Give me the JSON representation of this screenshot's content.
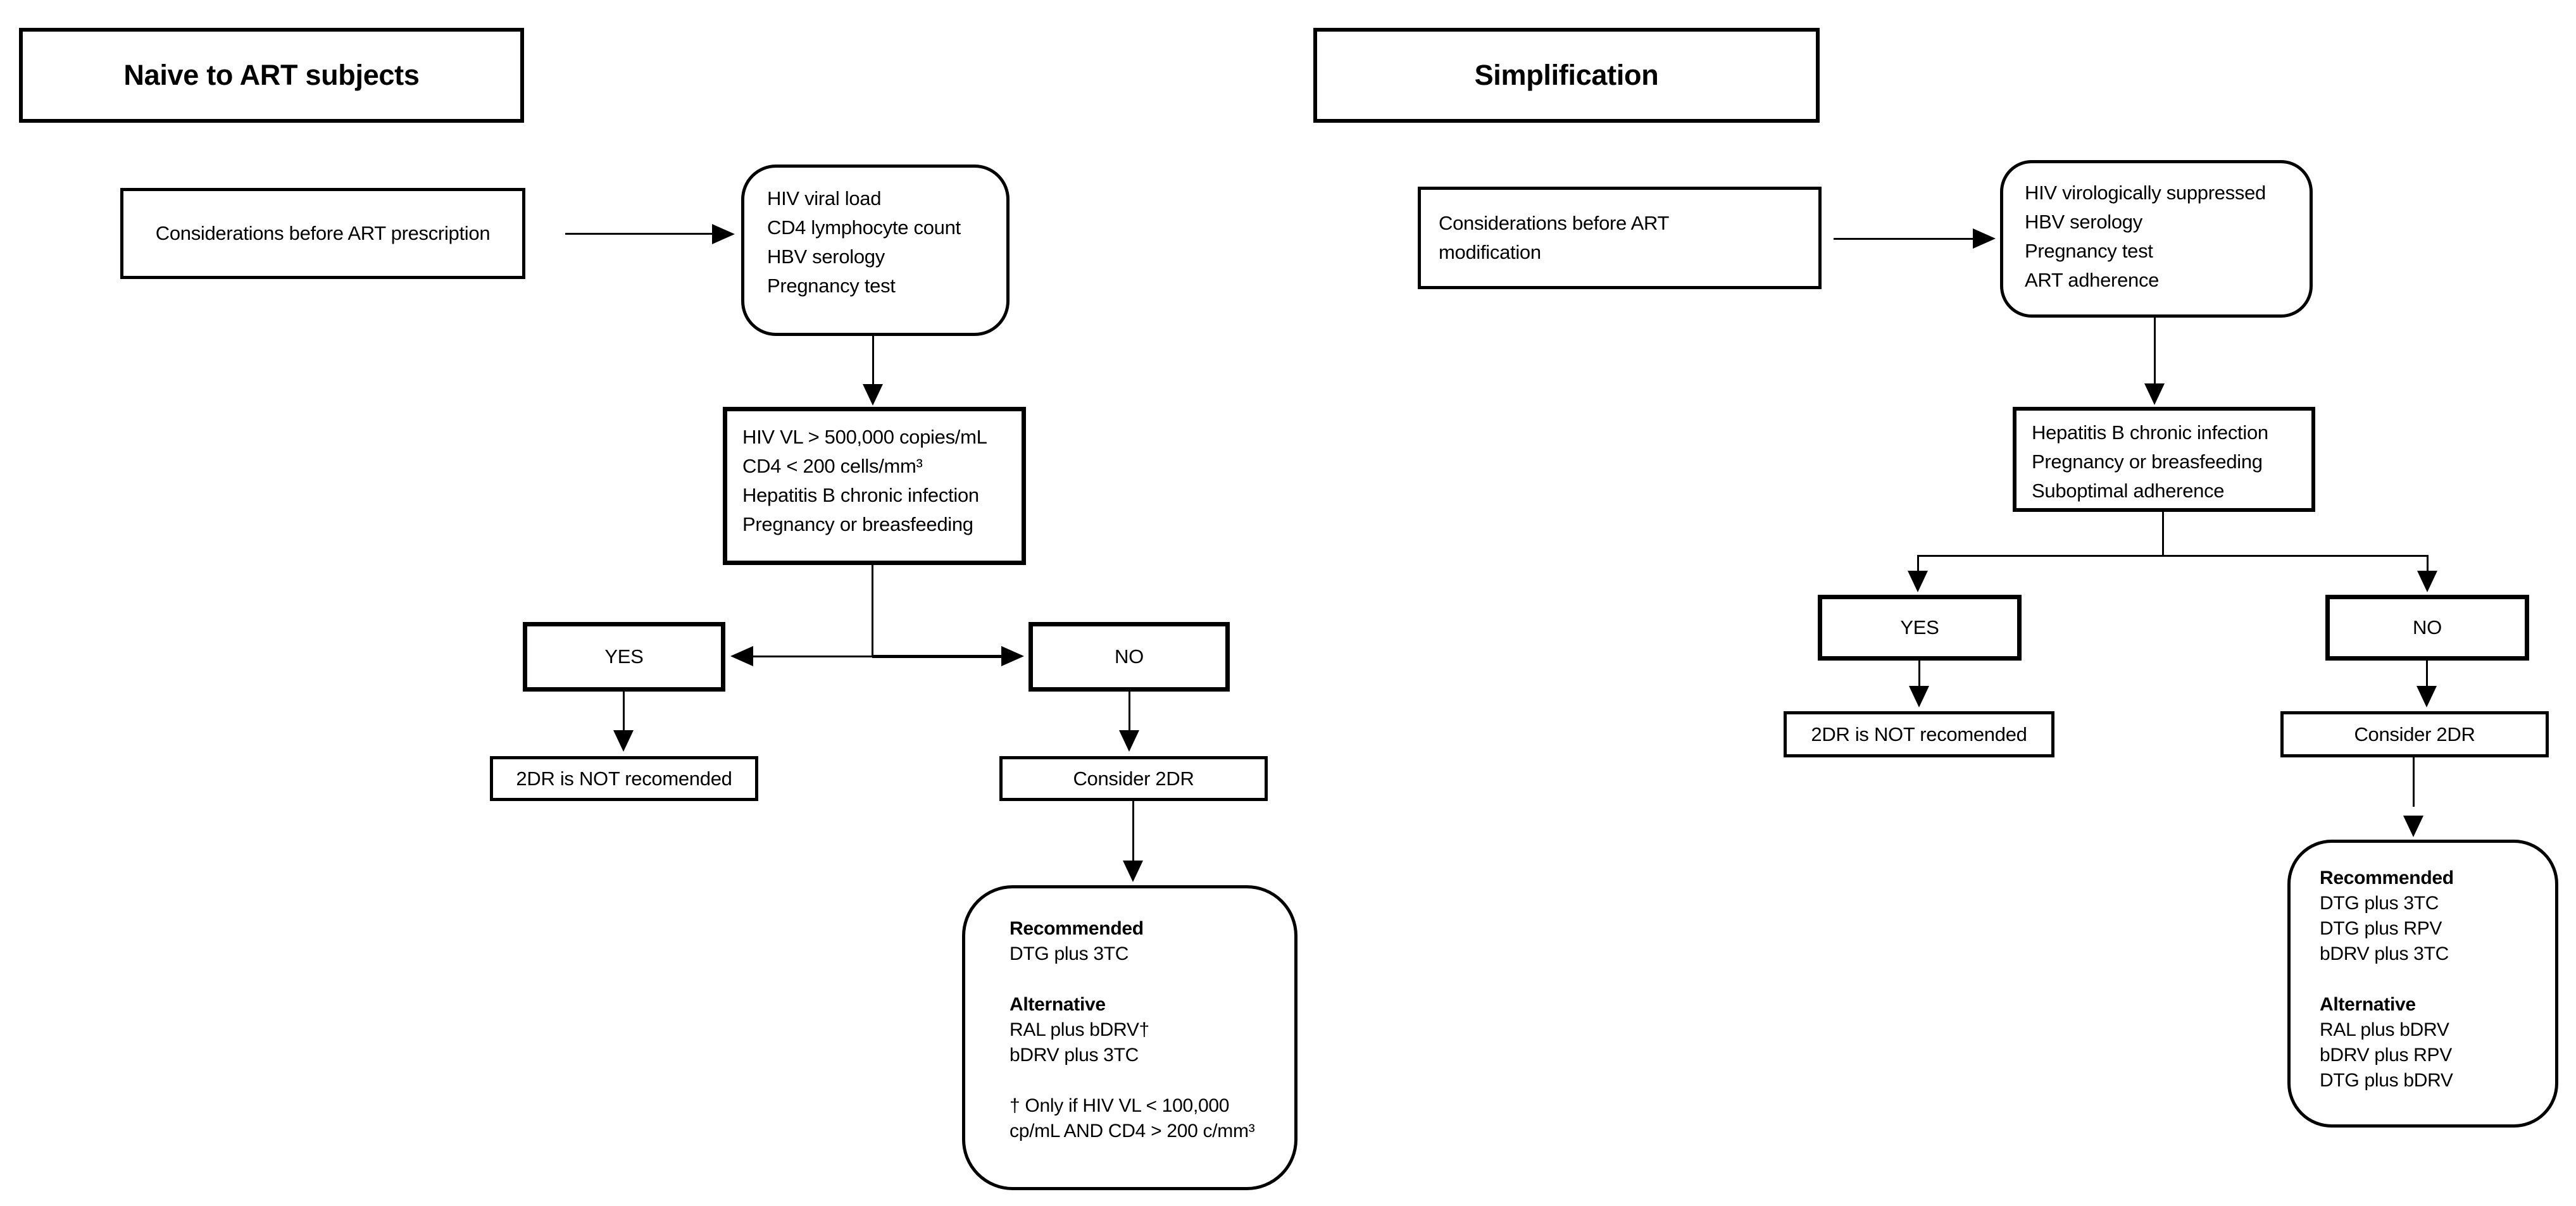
{
  "page": {
    "background": "#ffffff",
    "ink": "#000000"
  },
  "left_chart": {
    "title": "Naive to ART subjects",
    "considerations": "Considerations before ART prescription",
    "baseline_box": {
      "lines": [
        "HIV viral load",
        "CD4 lymphocyte count",
        "HBV serology",
        "Pregnancy test"
      ]
    },
    "criteria_box": {
      "lines": [
        "HIV VL > 500,000 copies/mL",
        "CD4 < 200 cells/mm³",
        "Hepatitis B chronic infection",
        "Pregnancy or breasfeeding"
      ]
    },
    "yes_label": "YES",
    "no_label": "NO",
    "yes_outcome": "2DR is NOT recomended",
    "no_outcome": "Consider 2DR",
    "result_box": {
      "recommended_heading": "Recommended",
      "recommended_options": [
        "DTG plus 3TC"
      ],
      "alternative_heading": "Alternative",
      "alternative_options": [
        "RAL plus bDRV†",
        "bDRV plus 3TC"
      ],
      "footnote_lines": [
        "† Only if HIV VL < 100,000",
        "cp/mL AND CD4 > 200  c/mm³"
      ]
    }
  },
  "right_chart": {
    "title": "Simplification",
    "considerations_lines": [
      "Considerations before ART",
      "modification"
    ],
    "baseline_box": {
      "lines": [
        "HIV virologically suppressed",
        "HBV serology",
        "Pregnancy test",
        "ART adherence"
      ]
    },
    "criteria_box": {
      "lines": [
        "Hepatitis B chronic infection",
        "Pregnancy or breasfeeding",
        "Suboptimal adherence"
      ]
    },
    "yes_label": "YES",
    "no_label": "NO",
    "yes_outcome": "2DR is NOT recomended",
    "no_outcome": "Consider 2DR",
    "result_box": {
      "recommended_heading": "Recommended",
      "recommended_options": [
        "DTG plus 3TC",
        "DTG plus RPV",
        "bDRV plus 3TC"
      ],
      "alternative_heading": "Alternative",
      "alternative_options": [
        "RAL plus bDRV",
        "bDRV plus RPV",
        "DTG plus bDRV"
      ]
    }
  }
}
